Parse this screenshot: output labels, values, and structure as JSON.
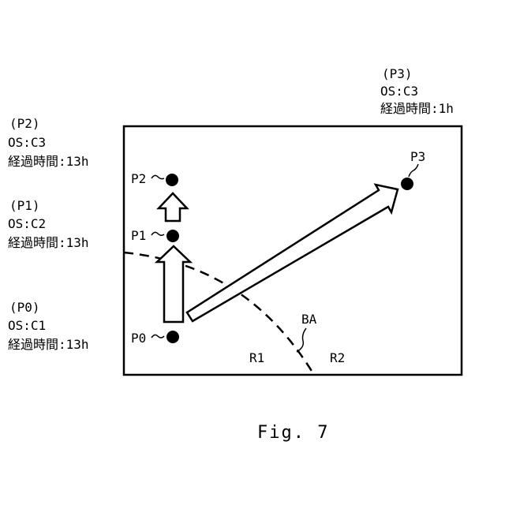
{
  "annotations": {
    "p0": {
      "id": "(P0)",
      "os": "OS:C1",
      "elapsed": "経過時間:13h"
    },
    "p1": {
      "id": "(P1)",
      "os": "OS:C2",
      "elapsed": "経過時間:13h"
    },
    "p2": {
      "id": "(P2)",
      "os": "OS:C3",
      "elapsed": "経過時間:13h"
    },
    "p3": {
      "id": "(P3)",
      "os": "OS:C3",
      "elapsed": "経過時間:1h"
    }
  },
  "points": {
    "p0": "P0",
    "p1": "P1",
    "p2": "P2",
    "p3": "P3"
  },
  "regions": {
    "r1": "R1",
    "r2": "R2"
  },
  "boundary_label": "BA",
  "caption": "Fig. 7"
}
